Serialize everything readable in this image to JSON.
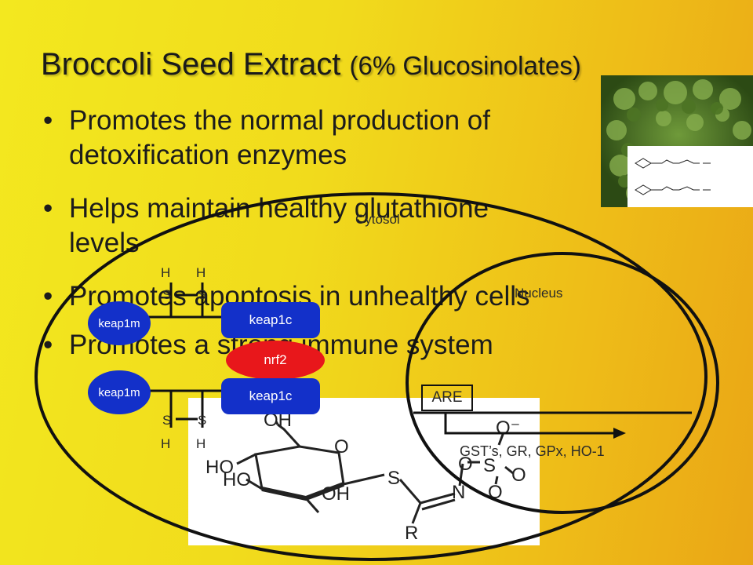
{
  "slide": {
    "title_main": "Broccoli Seed Extract",
    "title_sub": "(6% Glucosinolates)",
    "bullet_char": "•",
    "bullets": [
      {
        "line1": "Promotes the normal production of",
        "line2": "detoxification enzymes"
      },
      {
        "line1": "Helps maintain healthy glutathione",
        "line2": "levels"
      },
      {
        "line1": "Promotes apoptosis in unhealthy cells",
        "line2": ""
      },
      {
        "line1": "Promotes a strong immune system",
        "line2": ""
      }
    ]
  },
  "diagram": {
    "cytosol_label": "Cytosol",
    "nucleus_label": "Nucleus",
    "keap1m_top": "keap1m",
    "keap1m_bottom": "keap1m",
    "keap1c_top": "keap1c",
    "keap1c_bottom": "keap1c",
    "nrf2": "nrf2",
    "h": "H",
    "s": "S",
    "are": "ARE",
    "enzymes": "GST’s, GR, GPx, HO-1"
  },
  "molecule": {
    "oh": "OH",
    "ho": "HO",
    "o": "O",
    "s": "S",
    "n": "N",
    "r": "R",
    "o_minus": "O⁻"
  },
  "colors": {
    "blue": "#1330c9",
    "red": "#e8171b",
    "background_left": "#f3e81f",
    "background_right": "#eaa616"
  }
}
